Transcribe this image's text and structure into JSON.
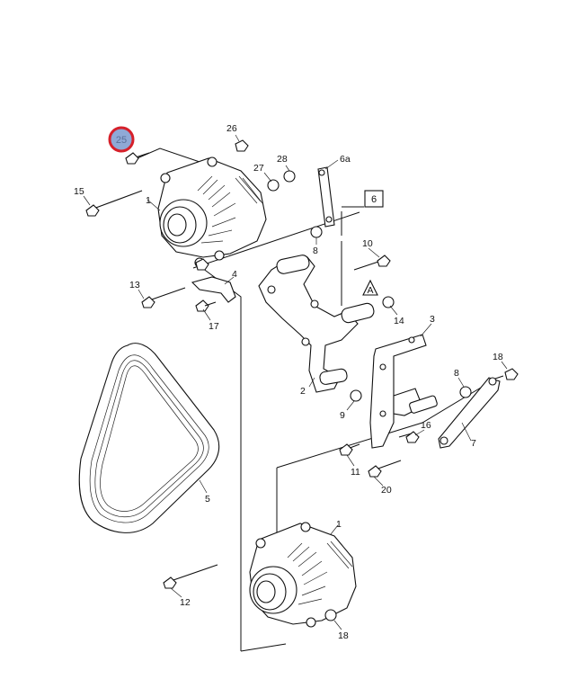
{
  "diagram": {
    "highlighted_callout": "25",
    "highlight_color": "#d6202a",
    "highlight_fill": "#8fa9d6",
    "callouts": {
      "c1a": "1",
      "c1b": "1",
      "c2": "2",
      "c3": "3",
      "c4": "4",
      "c5": "5",
      "c6": "6",
      "c6a": "6a",
      "c7": "7",
      "c8a": "8",
      "c8b": "8",
      "c9": "9",
      "c10": "10",
      "c11": "11",
      "c12": "12",
      "c13": "13",
      "c14": "14",
      "c15": "15",
      "c16": "16",
      "c17": "17",
      "c18a": "18",
      "c18b": "18",
      "c20": "20",
      "c25": "25",
      "c26": "26",
      "c27": "27",
      "c28": "28",
      "cA": "A"
    }
  }
}
